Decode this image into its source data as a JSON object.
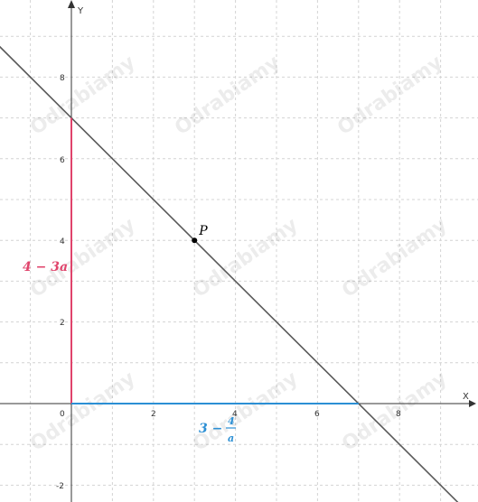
{
  "axes": {
    "x_label": "X",
    "y_label": "Y",
    "x_ticks": [
      "0",
      "2",
      "4",
      "6",
      "8"
    ],
    "y_ticks": [
      "-2",
      "2",
      "4",
      "6",
      "8"
    ],
    "xlim": [
      -1.75,
      9.8
    ],
    "ylim": [
      -2.4,
      9.8
    ],
    "grid": true
  },
  "line": {
    "equation": "y = -x + 7",
    "through": [
      [
        0,
        7
      ],
      [
        3,
        4
      ],
      [
        7,
        0
      ]
    ],
    "color": "#595959"
  },
  "point": {
    "label": "P",
    "x": 3,
    "y": 4
  },
  "vertical_segment": {
    "from": [
      0,
      0
    ],
    "to": [
      0,
      7
    ],
    "color": "#e0436b",
    "label": "4 − 3a"
  },
  "horizontal_segment": {
    "from": [
      0,
      0
    ],
    "to": [
      7,
      0
    ],
    "color": "#2b8fd4",
    "label_prefix": "3 −",
    "label_num": "4",
    "label_den": "a"
  },
  "watermark": "Odrabiamy"
}
